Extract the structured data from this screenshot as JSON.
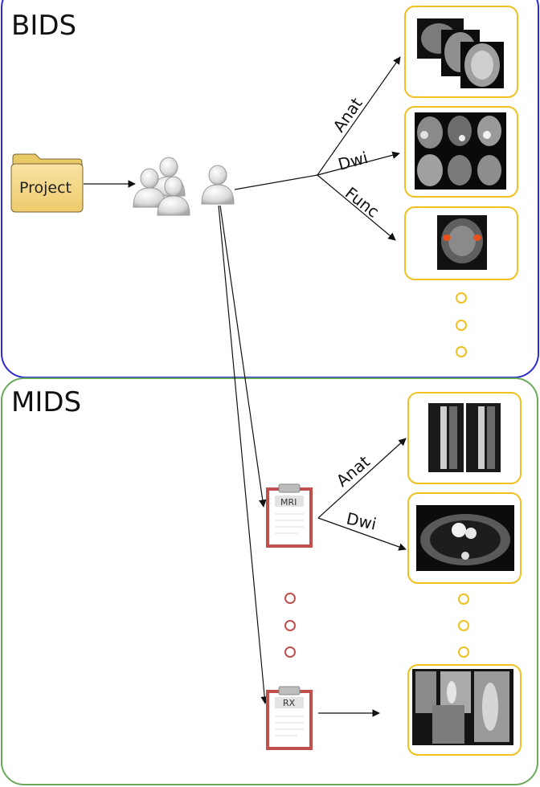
{
  "sections": {
    "bids_title": "BIDS",
    "mids_title": "MIDS"
  },
  "project_label": "Project",
  "bids_branches": {
    "anat": "Anat",
    "dwi": "Dwi",
    "func": "Func"
  },
  "mids_branches": {
    "anat": "Anat",
    "dwi": "Dwi"
  },
  "clipboards": {
    "mri": "MRI",
    "rx": "RX"
  },
  "colors": {
    "bids_border": "#2a2ad0",
    "mids_border": "#6aa85a",
    "card_border": "#f0c020",
    "clipboard": "#c0504d",
    "folder": "#f5d98a"
  }
}
